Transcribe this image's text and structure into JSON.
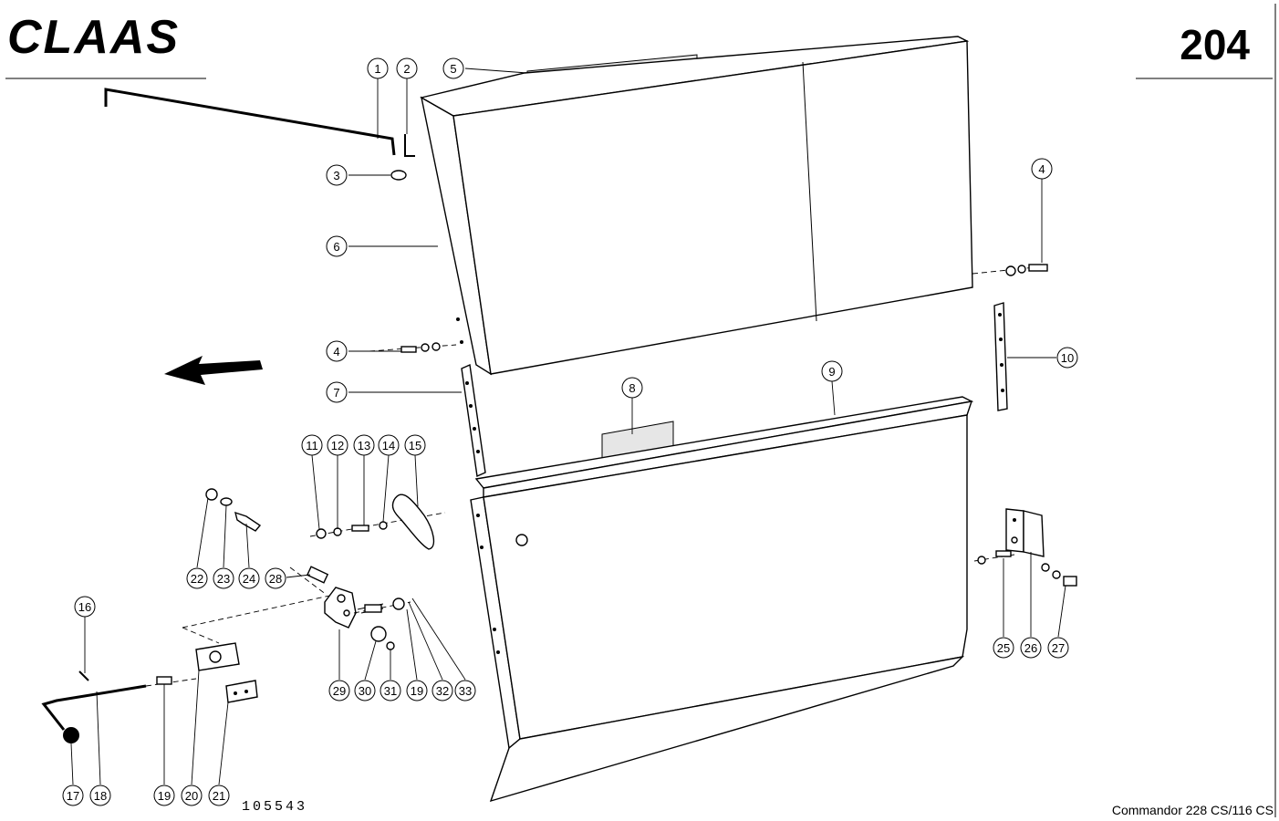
{
  "header": {
    "brand": "CLAAS",
    "page_number": "204"
  },
  "footer": {
    "drawing_number": "105543",
    "model": "Commandor 228 CS/116 CS"
  },
  "callouts": [
    "1",
    "2",
    "3",
    "4",
    "5",
    "6",
    "4",
    "7",
    "8",
    "9",
    "10",
    "11",
    "12",
    "13",
    "14",
    "15",
    "16",
    "17",
    "18",
    "19",
    "20",
    "21",
    "22",
    "23",
    "24",
    "25",
    "26",
    "27",
    "28",
    "29",
    "30",
    "31",
    "19",
    "32",
    "33"
  ],
  "icons": {
    "direction": "arrow-left-icon",
    "logo": "claas-logo"
  }
}
